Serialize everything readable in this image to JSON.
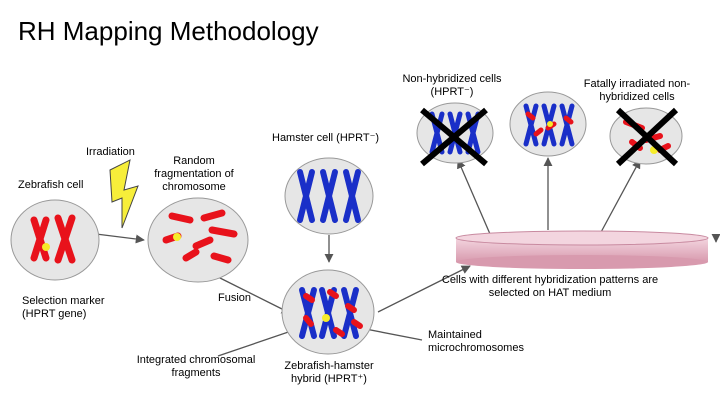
{
  "title": "RH Mapping Methodology",
  "labels": {
    "irradiation": "Irradiation",
    "zebrafish_cell": "Zebrafish cell",
    "random_fragmentation": "Random fragmentation of chromosome",
    "selection_marker": "Selection marker (HPRT gene)",
    "fusion": "Fusion",
    "hamster_cell": "Hamster cell (HPRT⁻)",
    "integrated_fragments": "Integrated chromosomal fragments",
    "hybrid": "Zebrafish-hamster hybrid (HPRT⁺)",
    "maintained": "Maintained microchromosomes",
    "selected_on_hat": "Cells with different hybridization patterns are selected on HAT medium",
    "non_hybridized": "Non-hybridized cells (HPRT⁻)",
    "fatally_irradiated": "Fatally irradiated non-hybridized cells"
  },
  "colors": {
    "cell_fill": "#e6e6e6",
    "zebrafish_chromosome": "#e8121b",
    "hamster_chromosome": "#1a2fc8",
    "marker": "#f6ec2a",
    "dish": "#e8b8c8",
    "lightning": "#f7ee3a",
    "cross": "#000000"
  }
}
